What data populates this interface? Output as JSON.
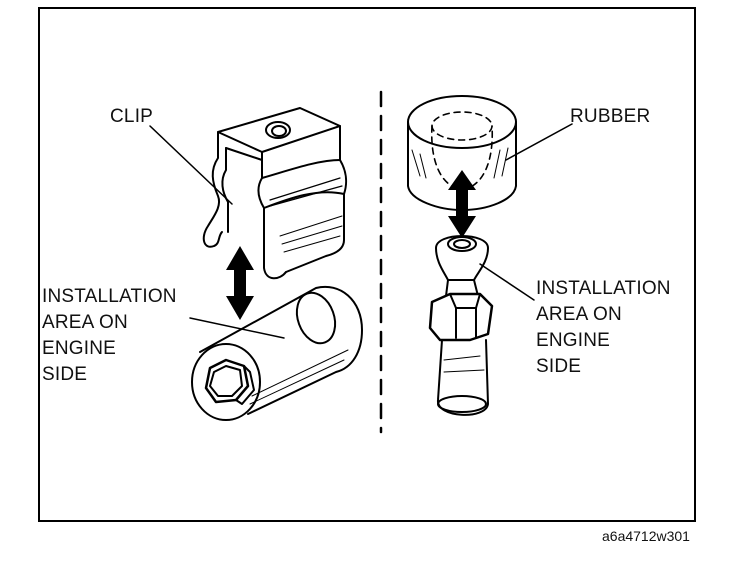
{
  "labels": {
    "clip": "CLIP",
    "rubber": "RUBBER",
    "install_left": "INSTALLATION\nAREA ON\nENGINE\nSIDE",
    "install_right": "INSTALLATION\nAREA ON\nENGINE\nSIDE"
  },
  "figure_ref": "a6a4712w301"
}
